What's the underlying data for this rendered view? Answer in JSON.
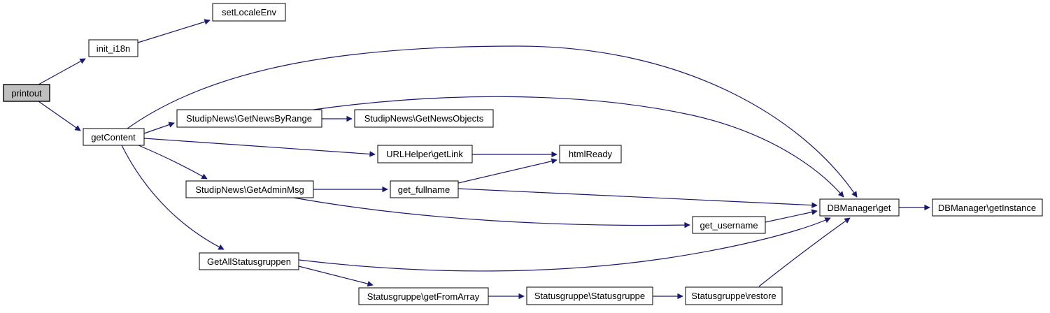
{
  "diagram": {
    "kind": "call-graph",
    "colors": {
      "edge": "#191970",
      "node_fill": "#ffffff",
      "node_border": "#000000",
      "highlight_node_fill": "#bfbfbf",
      "background": "#ffffff",
      "text": "#000000"
    }
  },
  "nodes": [
    {
      "id": "printout",
      "label": "printout",
      "highlighted": true
    },
    {
      "id": "init_i18n",
      "label": "init_i18n"
    },
    {
      "id": "setLocaleEnv",
      "label": "setLocaleEnv"
    },
    {
      "id": "getContent",
      "label": "getContent"
    },
    {
      "id": "GetNewsByRange",
      "label": "StudipNews\\GetNewsByRange"
    },
    {
      "id": "GetNewsObjects",
      "label": "StudipNews\\GetNewsObjects"
    },
    {
      "id": "getLink",
      "label": "URLHelper\\getLink"
    },
    {
      "id": "htmlReady",
      "label": "htmlReady"
    },
    {
      "id": "GetAdminMsg",
      "label": "StudipNews\\GetAdminMsg"
    },
    {
      "id": "get_fullname",
      "label": "get_fullname"
    },
    {
      "id": "get_username",
      "label": "get_username"
    },
    {
      "id": "GetAllStatusgruppen",
      "label": "GetAllStatusgruppen"
    },
    {
      "id": "getFromArray",
      "label": "Statusgruppe\\getFromArray"
    },
    {
      "id": "Statusgruppe",
      "label": "Statusgruppe\\Statusgruppe"
    },
    {
      "id": "restore",
      "label": "Statusgruppe\\restore"
    },
    {
      "id": "DBManager_get",
      "label": "DBManager\\get"
    },
    {
      "id": "DBManager_getInstance",
      "label": "DBManager\\getInstance"
    }
  ],
  "edges": [
    {
      "from": "printout",
      "to": "init_i18n"
    },
    {
      "from": "printout",
      "to": "getContent"
    },
    {
      "from": "init_i18n",
      "to": "setLocaleEnv"
    },
    {
      "from": "getContent",
      "to": "StudipNews\\GetNewsByRange"
    },
    {
      "from": "getContent",
      "to": "URLHelper\\getLink"
    },
    {
      "from": "getContent",
      "to": "StudipNews\\GetAdminMsg"
    },
    {
      "from": "getContent",
      "to": "GetAllStatusgruppen"
    },
    {
      "from": "getContent",
      "to": "DBManager\\get"
    },
    {
      "from": "StudipNews\\GetNewsByRange",
      "to": "StudipNews\\GetNewsObjects"
    },
    {
      "from": "StudipNews\\GetNewsByRange",
      "to": "DBManager\\get"
    },
    {
      "from": "URLHelper\\getLink",
      "to": "htmlReady"
    },
    {
      "from": "StudipNews\\GetAdminMsg",
      "to": "get_fullname"
    },
    {
      "from": "StudipNews\\GetAdminMsg",
      "to": "get_username"
    },
    {
      "from": "get_fullname",
      "to": "htmlReady"
    },
    {
      "from": "get_fullname",
      "to": "DBManager\\get"
    },
    {
      "from": "get_username",
      "to": "DBManager\\get"
    },
    {
      "from": "GetAllStatusgruppen",
      "to": "Statusgruppe\\getFromArray"
    },
    {
      "from": "GetAllStatusgruppen",
      "to": "DBManager\\get"
    },
    {
      "from": "Statusgruppe\\getFromArray",
      "to": "Statusgruppe\\Statusgruppe"
    },
    {
      "from": "Statusgruppe\\Statusgruppe",
      "to": "Statusgruppe\\restore"
    },
    {
      "from": "Statusgruppe\\restore",
      "to": "DBManager\\get"
    },
    {
      "from": "DBManager\\get",
      "to": "DBManager\\getInstance"
    }
  ]
}
